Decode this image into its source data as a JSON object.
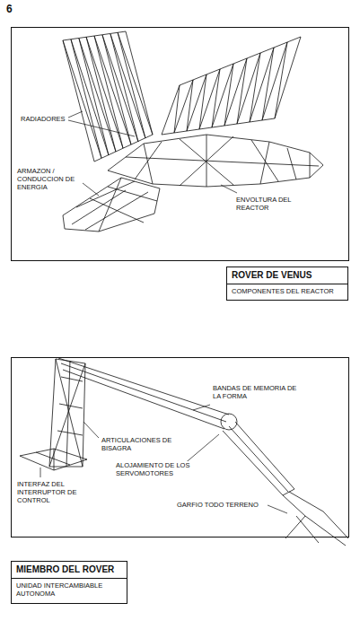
{
  "diagram": {
    "nodes": [
      {
        "text": [
          "ROVER DE VENUS",
          "COMPONENTES DEL REACTOR"
        ]
      },
      {
        "text": [
          "MIEMBRO DEL ROVER",
          "UNIDAD INTERCAMBIABLE AUTONOMA"
        ]
      }
    ],
    "labels": [
      "6",
      "RADIADORES",
      "ARMAZON / CONDUCCION DE ENERGIA",
      "ENVOLTURA DEL REACTOR",
      "BANDAS DE MEMORIA DE LA FORMA",
      "ARTICULACIONES DE BISAGRA",
      "ALOJAMIENTO DE LOS SERVOMOTORES",
      "INTERFAZ DEL INTERRUPTOR DE CONTROL",
      "GARFIO TODO TERRENO"
    ]
  }
}
